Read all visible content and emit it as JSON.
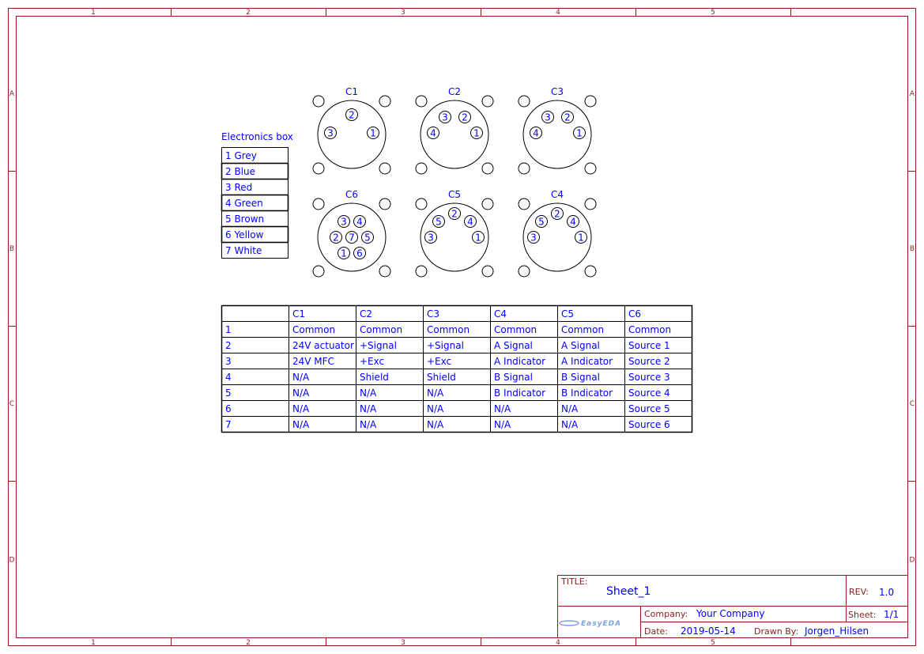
{
  "frame": {
    "columns": [
      "1",
      "2",
      "3",
      "4",
      "5"
    ],
    "rows": [
      "A",
      "B",
      "C",
      "D"
    ],
    "border_color": "#8c1c1c",
    "text_color": "#0000ff"
  },
  "electronics_box": {
    "title": "Electronics box",
    "items": [
      "1  Grey",
      "2  Blue",
      "3  Red",
      "4  Green",
      "5  Brown",
      "6  Yellow",
      "7  White"
    ]
  },
  "connectors": [
    {
      "name": "C1",
      "layout": "three",
      "pins": [
        "2",
        "3",
        "1"
      ]
    },
    {
      "name": "C2",
      "layout": "four",
      "pins": [
        "3",
        "2",
        "4",
        "1"
      ]
    },
    {
      "name": "C3",
      "layout": "four",
      "pins": [
        "3",
        "2",
        "4",
        "1"
      ]
    },
    {
      "name": "C6",
      "layout": "seven",
      "pins": [
        "3",
        "4",
        "2",
        "7",
        "5",
        "1",
        "6"
      ]
    },
    {
      "name": "C5",
      "layout": "five",
      "pins": [
        "2",
        "5",
        "4",
        "3",
        "1"
      ]
    },
    {
      "name": "C4",
      "layout": "five",
      "pins": [
        "2",
        "5",
        "4",
        "3",
        "1"
      ]
    }
  ],
  "pin_table": {
    "headers": [
      "",
      "C1",
      "C2",
      "C3",
      "C4",
      "C5",
      "C6"
    ],
    "rows": [
      [
        "1",
        "Common",
        "Common",
        "Common",
        "Common",
        "Common",
        "Common"
      ],
      [
        "2",
        "24V actuator",
        "+Signal",
        "+Signal",
        "A Signal",
        "A Signal",
        "Source 1"
      ],
      [
        "3",
        "24V MFC",
        "+Exc",
        "+Exc",
        "A Indicator",
        "A Indicator",
        "Source 2"
      ],
      [
        "4",
        "N/A",
        "Shield",
        "Shield",
        "B Signal",
        "B Signal",
        "Source 3"
      ],
      [
        "5",
        "N/A",
        "N/A",
        "N/A",
        "B Indicator",
        "B Indicator",
        "Source 4"
      ],
      [
        "6",
        "N/A",
        "N/A",
        "N/A",
        "N/A",
        "N/A",
        "Source 5"
      ],
      [
        "7",
        "N/A",
        "N/A",
        "N/A",
        "N/A",
        "N/A",
        "Source 6"
      ]
    ]
  },
  "title_block": {
    "title_label": "TITLE:",
    "title": "Sheet_1",
    "rev_label": "REV:",
    "rev": "1.0",
    "company_label": "Company:",
    "company": "Your Company",
    "sheet_label": "Sheet:",
    "sheet": "1/1",
    "date_label": "Date:",
    "date": "2019-05-14",
    "drawn_by_label": "Drawn By:",
    "drawn_by": "Jorgen_Hilsen",
    "logo": "EasyEDA"
  }
}
